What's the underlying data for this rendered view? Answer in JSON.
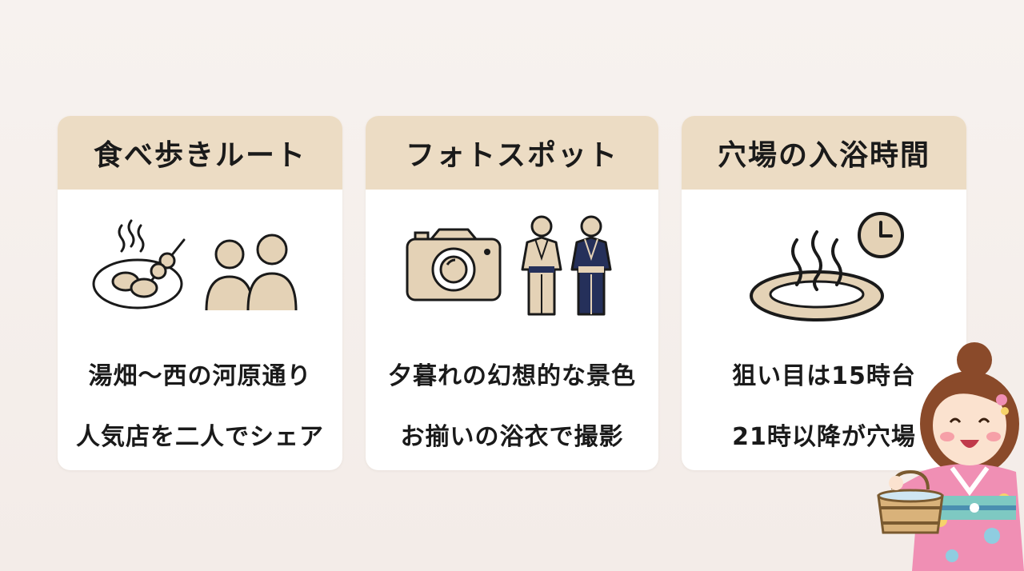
{
  "cards": [
    {
      "title": "食べ歩きルート",
      "lines": [
        "湯畑〜西の河原通り",
        "人気店を二人でシェア"
      ],
      "icons": [
        "street-food-skewer-icon",
        "two-people-icon"
      ]
    },
    {
      "title": "フォトスポット",
      "lines": [
        "夕暮れの幻想的な景色",
        "お揃いの浴衣で撮影"
      ],
      "icons": [
        "camera-icon",
        "yukata-couple-icon"
      ]
    },
    {
      "title": "穴場の入浴時間",
      "lines": [
        "狙い目は15時台",
        "21時以降が穴場"
      ],
      "icons": [
        "hot-spring-icon",
        "clock-icon"
      ]
    }
  ],
  "colors": {
    "background": "#f5efec",
    "card": "#ffffff",
    "header": "#ecdcc4",
    "icon_fill": "#e4d2b6",
    "icon_stroke": "#1a1a1a",
    "yukata_navy": "#25305a"
  }
}
